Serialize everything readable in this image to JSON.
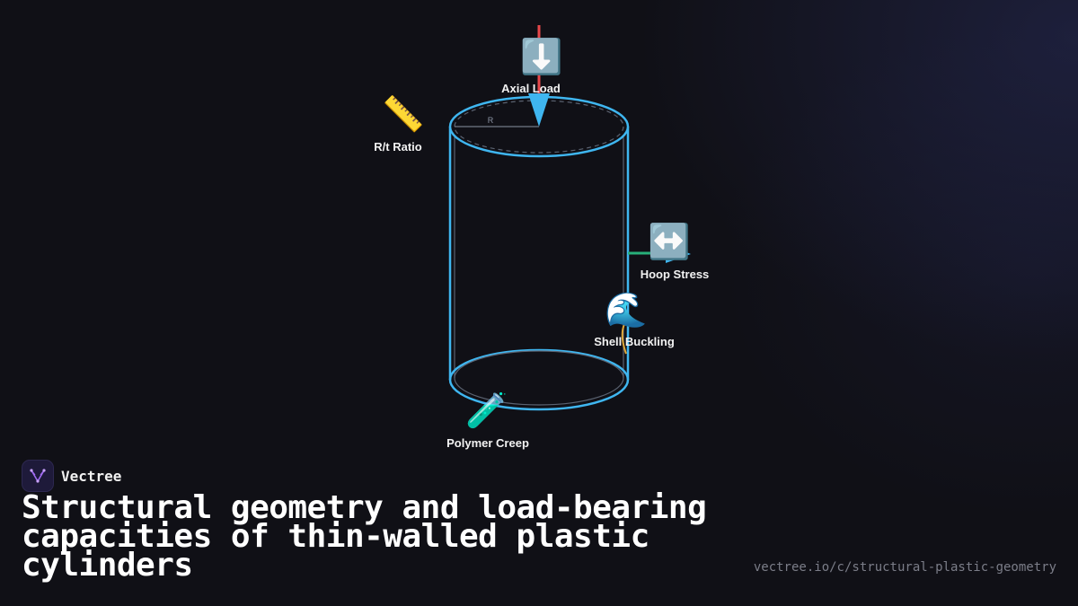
{
  "diagram": {
    "radius_label": "R",
    "nodes": [
      {
        "id": "axial-load",
        "label": "Axial Load",
        "icon": "down-arrow-icon",
        "glyph": "⬇️"
      },
      {
        "id": "rt-ratio",
        "label": "R/t Ratio",
        "icon": "ruler-icon",
        "glyph": "📏"
      },
      {
        "id": "hoop-stress",
        "label": "Hoop Stress",
        "icon": "left-right-arrow-icon",
        "glyph": "↔️"
      },
      {
        "id": "shell-buckling",
        "label": "Shell Buckling",
        "icon": "wave-icon",
        "glyph": "🌊"
      },
      {
        "id": "polymer-creep",
        "label": "Polymer Creep",
        "icon": "test-tube-icon",
        "glyph": "🧪"
      }
    ],
    "colors": {
      "cylinder": "#3fb6f0",
      "axial_arrow": "#e8474a",
      "hoop_arrow": "#27b07a",
      "buckling_curve": "#e0a93a"
    }
  },
  "brand": {
    "name": "Vectree"
  },
  "title": "Structural geometry and load-bearing capacities of thin-walled plastic cylinders",
  "url": "vectree.io/c/structural-plastic-geometry"
}
